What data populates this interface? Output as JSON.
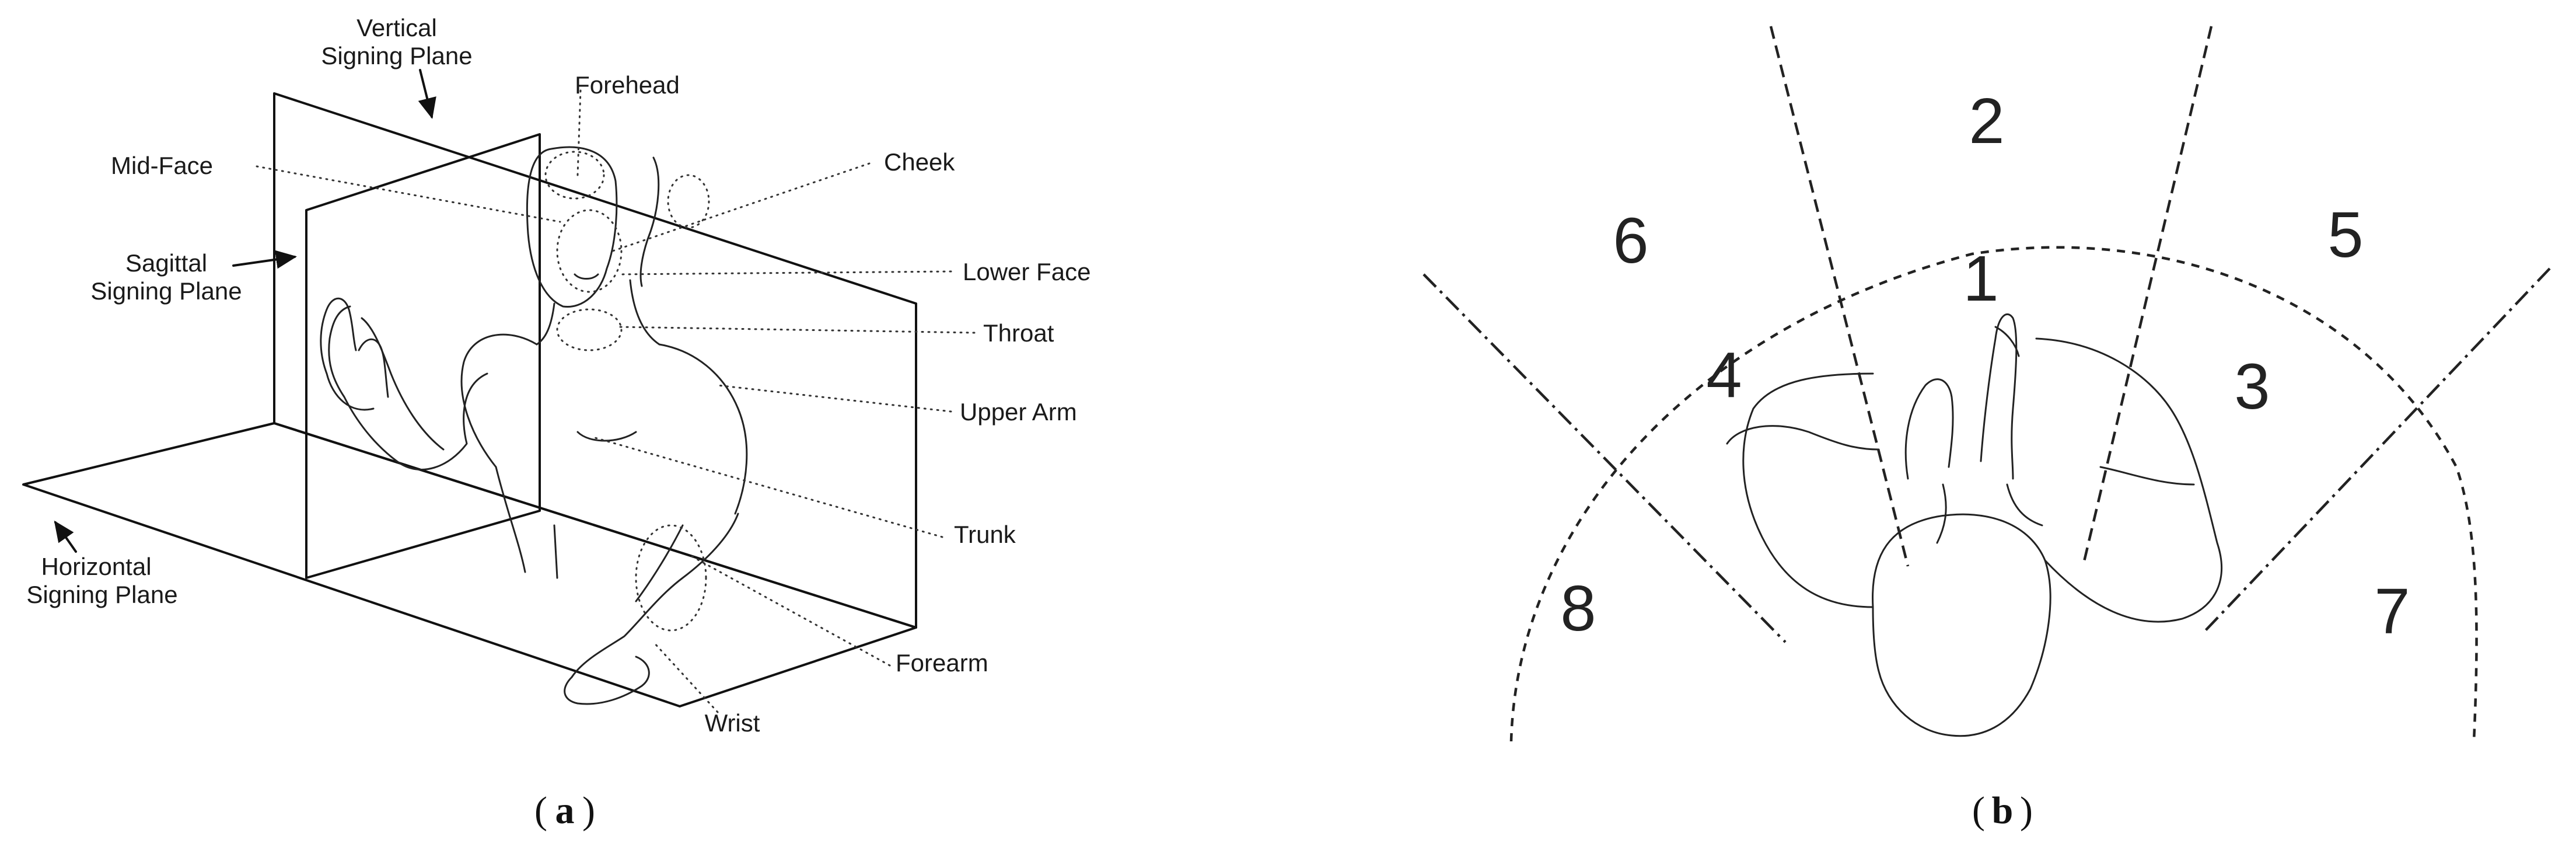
{
  "panel_a": {
    "caption_letter": "a",
    "labels": {
      "vertical_plane_1": "Vertical",
      "vertical_plane_2": "Signing Plane",
      "forehead": "Forehead",
      "mid_face": "Mid-Face",
      "cheek": "Cheek",
      "sagittal_plane_1": "Sagittal",
      "sagittal_plane_2": "Signing Plane",
      "lower_face": "Lower Face",
      "throat": "Throat",
      "upper_arm": "Upper Arm",
      "trunk": "Trunk",
      "horizontal_plane_1": "Horizontal",
      "horizontal_plane_2": "Signing Plane",
      "forearm": "Forearm",
      "wrist": "Wrist"
    }
  },
  "panel_b": {
    "caption_letter": "b",
    "sectors": [
      "1",
      "2",
      "3",
      "4",
      "5",
      "6",
      "7",
      "8"
    ]
  }
}
